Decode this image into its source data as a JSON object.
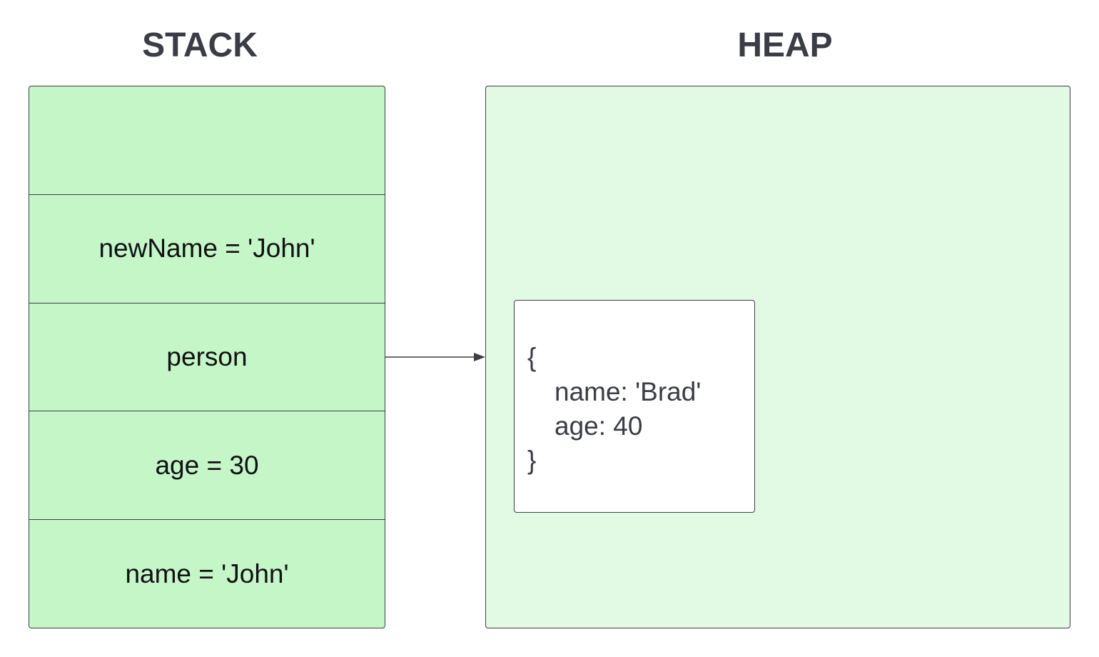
{
  "stack": {
    "title": "STACK",
    "cells": [
      "",
      "newName = 'John'",
      "person",
      "age = 30",
      "name = 'John'"
    ]
  },
  "heap": {
    "title": "HEAP",
    "object": {
      "open": "{",
      "prop1": "name: 'Brad'",
      "prop2": "age: 40",
      "close": "}"
    }
  },
  "colors": {
    "stack_fill": "#c4f6c8",
    "heap_fill": "#e2f9e3",
    "border": "#3d3f42",
    "title": "#3a3d45"
  }
}
